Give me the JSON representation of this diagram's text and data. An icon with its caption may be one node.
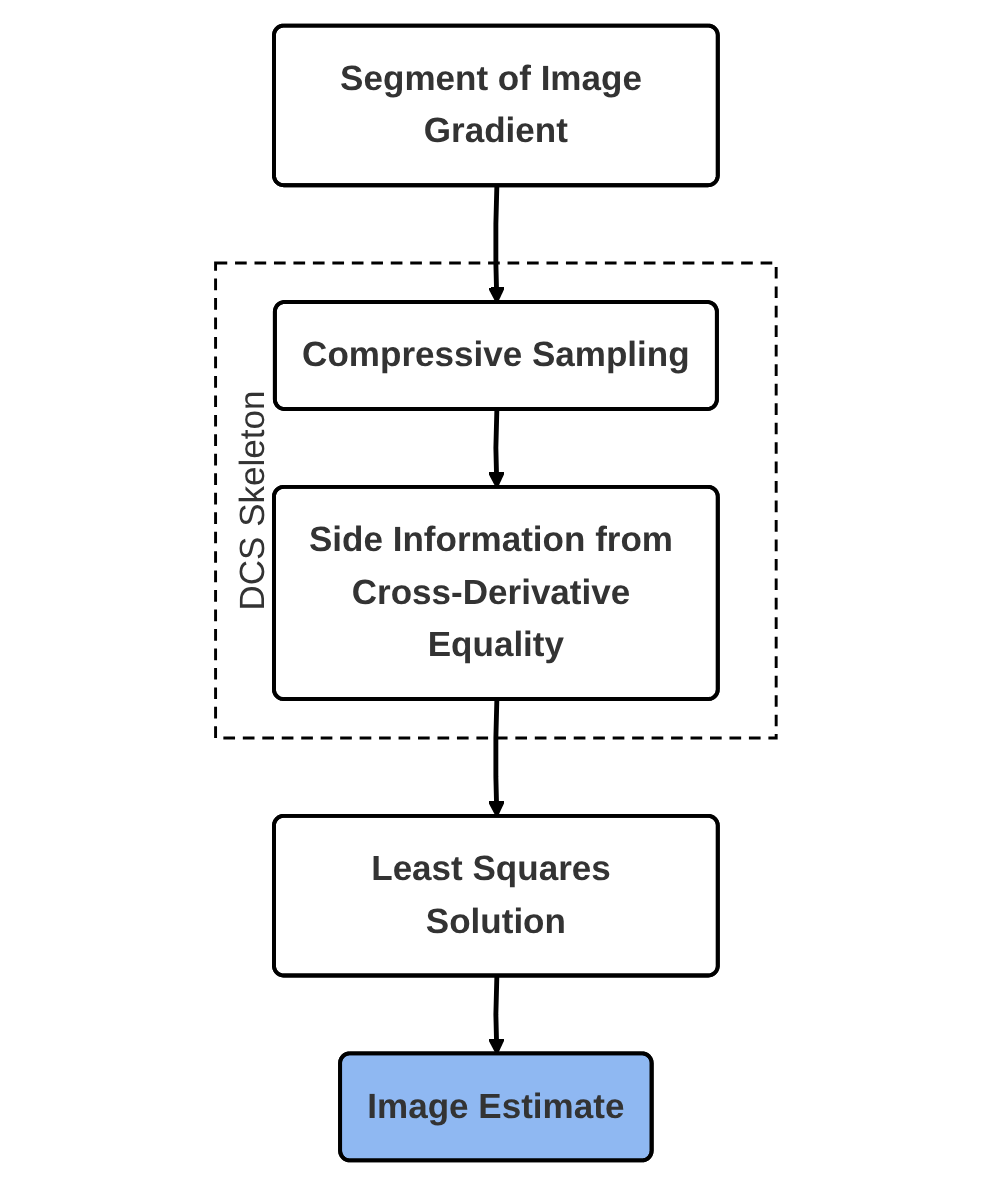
{
  "diagram": {
    "nodes": [
      {
        "text": [
          "Segment of Image Gradient"
        ]
      },
      {
        "text": [
          "DCS Skeleton"
        ]
      },
      {
        "text": [
          "Compressive Sampling"
        ],
        "in": 1
      },
      {
        "text": [
          "Side Information from Cross-Derivative Equality"
        ],
        "in": 1
      },
      {
        "text": [
          "Least Squares Solution"
        ]
      },
      {
        "text": [
          "Image Estimate"
        ]
      }
    ],
    "edges": [
      {
        "from": 0,
        "to": 2,
        "arrow": "to"
      },
      {
        "from": 2,
        "to": 3,
        "arrow": "to"
      },
      {
        "from": 3,
        "to": 4,
        "arrow": "to"
      },
      {
        "from": 4,
        "to": 5,
        "arrow": "to"
      }
    ]
  }
}
